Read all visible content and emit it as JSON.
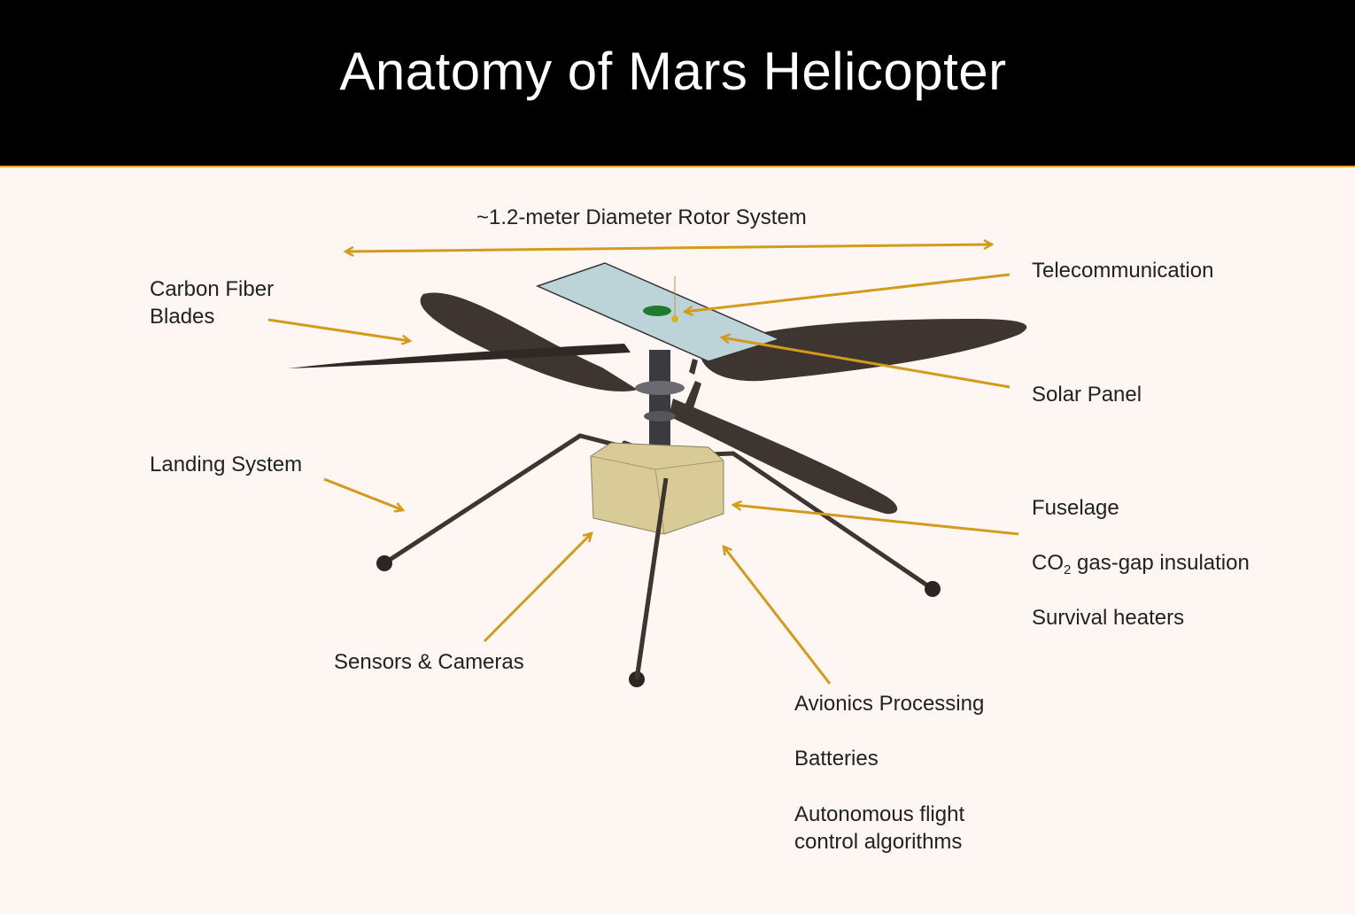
{
  "header": {
    "title": "Anatomy of Mars Helicopter"
  },
  "labels": {
    "rotor": "~1.2-meter Diameter Rotor System",
    "blades_line1": "Carbon Fiber",
    "blades_line2": "Blades",
    "landing": "Landing System",
    "telecom": "Telecommunication",
    "solar": "Solar Panel",
    "fuselage": "Fuselage",
    "co2_prefix": "CO",
    "co2_sub": "2",
    "co2_suffix": " gas-gap insulation",
    "heaters": "Survival heaters",
    "sensors": "Sensors & Cameras",
    "avionics": "Avionics Processing",
    "batteries": "Batteries",
    "autonomy_line1": "Autonomous flight",
    "autonomy_line2": "control algorithms"
  },
  "colors": {
    "arrow": "#d49a1a",
    "header_border": "#f0a020",
    "blade": "#3e3530",
    "body": "#d8cb98",
    "panel": "#bcd4d8"
  }
}
